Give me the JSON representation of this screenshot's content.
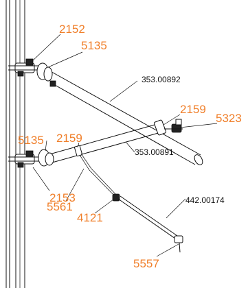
{
  "labels": {
    "part_2152": "2152",
    "part_5135_top": "5135",
    "part_353_00892": "353.00892",
    "part_2159_right": "2159",
    "part_5323": "5323",
    "part_5135_left": "5135",
    "part_2159_left": "2159",
    "part_353_00891": "353.00891",
    "part_2153": "2153",
    "part_442_00174": "442.00174",
    "part_5561": "5561",
    "part_4121": "4121",
    "part_5557": "5557"
  },
  "colors": {
    "callout_orange": "#f07f2a",
    "line": "#111111"
  }
}
